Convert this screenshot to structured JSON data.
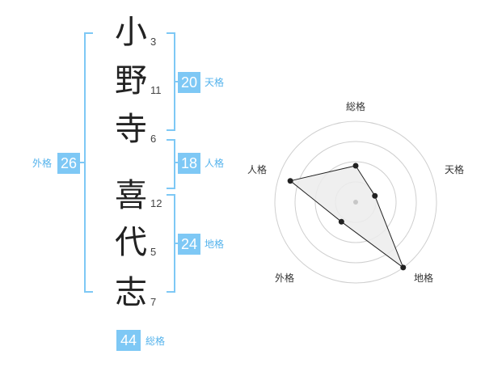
{
  "name": {
    "chars": [
      {
        "char": "小",
        "strokes": "3"
      },
      {
        "char": "野",
        "strokes": "11"
      },
      {
        "char": "寺",
        "strokes": "6"
      },
      {
        "char": "喜",
        "strokes": "12"
      },
      {
        "char": "代",
        "strokes": "5"
      },
      {
        "char": "志",
        "strokes": "7"
      }
    ]
  },
  "kakusu": {
    "tenkaku": {
      "value": "20",
      "label": "天格"
    },
    "jinkaku": {
      "value": "18",
      "label": "人格"
    },
    "chikaku": {
      "value": "24",
      "label": "地格"
    },
    "gaikaku": {
      "value": "26",
      "label": "外格"
    },
    "soukaku": {
      "value": "44",
      "label": "総格"
    }
  },
  "radar": {
    "axes": [
      "総格",
      "天格",
      "地格",
      "外格",
      "人格"
    ],
    "levels": 4,
    "values": [
      0.45,
      0.25,
      1.0,
      0.3,
      0.85
    ]
  },
  "colors": {
    "accent": "#7ec8f5",
    "accent_text": "#55b3ec"
  }
}
